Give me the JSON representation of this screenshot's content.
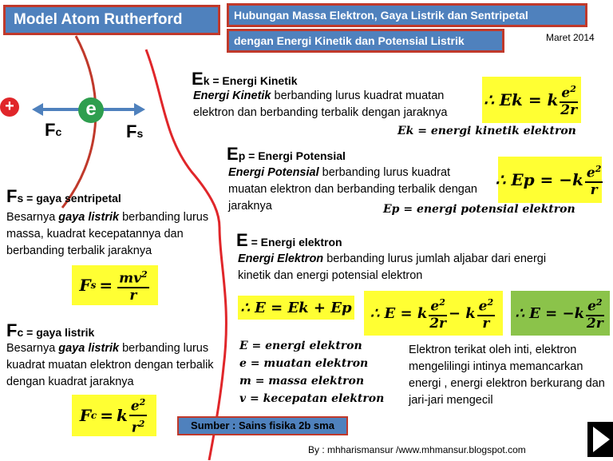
{
  "header": {
    "title": "Model Atom Rutherford",
    "subtitle_line1": "Hubungan Massa Elektron, Gaya Listrik dan Sentripetal",
    "subtitle_line2": "dengan Energi Kinetik dan Potensial Listrik",
    "date": "Maret 2014"
  },
  "diagram": {
    "nucleus": "+",
    "electron": "e",
    "fc_main": "F",
    "fc_sub": "c",
    "fs_main": "F",
    "fs_sub": "s"
  },
  "fs_section": {
    "head_main": "F",
    "head_rest": "s = gaya sentripetal",
    "desc_pre": "Besarnya ",
    "desc_em": "gaya listrik",
    "desc_post": " berbanding lurus massa, kuadrat kecepatannya dan berbanding terbalik jaraknya",
    "formula_lhs": "F",
    "formula_lhs_sub": "s",
    "formula_num": "mv",
    "formula_num_sup": "2",
    "formula_den": "r"
  },
  "fc_section": {
    "head_main": "F",
    "head_rest": "c = gaya listrik",
    "desc_pre": "Besarnya ",
    "desc_em": "gaya listrik",
    "desc_post": " berbanding lurus kuadrat muatan elektron dengan  terbalik dengan kuadrat jaraknya",
    "formula_lhs": "F",
    "formula_lhs_sub": "c",
    "formula_k": "k",
    "formula_num": "e",
    "formula_num_sup": "2",
    "formula_den": "r",
    "formula_den_sup": "2"
  },
  "ek_section": {
    "head_main": "E",
    "head_rest": "k = Energi Kinetik",
    "desc_em": "Energi Kinetik",
    "desc_post": " berbanding lurus kuadrat muatan elektron dan berbanding terbalik dengan jaraknya",
    "formula_text": "∴ Ek = k",
    "formula_num": "e",
    "formula_num_sup": "2",
    "formula_den": "2r",
    "caption": "Ek = energi kinetik elektron"
  },
  "ep_section": {
    "head_main": "E",
    "head_rest": "p = Energi Potensial",
    "desc_em": "Energi Potensial",
    "desc_post": " berbanding lurus kuadrat muatan elektron dan berbanding terbalik dengan jaraknya",
    "formula_text": "∴ Ep = −k",
    "formula_num": "e",
    "formula_num_sup": "2",
    "formula_den": "r",
    "caption": "Ep = energi potensial elektron"
  },
  "e_section": {
    "head_main": "E",
    "head_rest": " = Energi elektron",
    "desc_em": "Energi Elektron",
    "desc_post": " berbanding lurus jumlah aljabar dari energi kinetik dan energi potensial  elektron",
    "formula1": "∴ E = Ek + Ep",
    "formula2_text": "∴ E = k",
    "formula2_num": "e",
    "formula2_num_sup": "2",
    "formula2_den": "2r",
    "formula2_mid": "− k",
    "formula2b_num": "e",
    "formula2b_num_sup": "2",
    "formula2b_den": "r",
    "formula3_text": "∴ E = −k",
    "formula3_num": "e",
    "formula3_num_sup": "2",
    "formula3_den": "2r"
  },
  "legend": [
    "E = energi elektron",
    "e = muatan elektron",
    "m = massa elektron",
    "v = kecepatan elektron"
  ],
  "conclusion": "Elektron terikat oleh inti, elektron mengelilingi intinya memancarkan energi , energi elektron berkurang dan jari-jari mengecil",
  "source": "Sumber : Sains fisika 2b sma",
  "footer": "By : mhharismansur /www.mhmansur.blogspot.com",
  "colors": {
    "header_bg": "#4f81bd",
    "border_red": "#c0392b",
    "formula_yellow": "#ffff33",
    "formula_green": "#8bc34a",
    "electron_green": "#2e9e4e",
    "arrow_blue": "#4f81bd"
  }
}
